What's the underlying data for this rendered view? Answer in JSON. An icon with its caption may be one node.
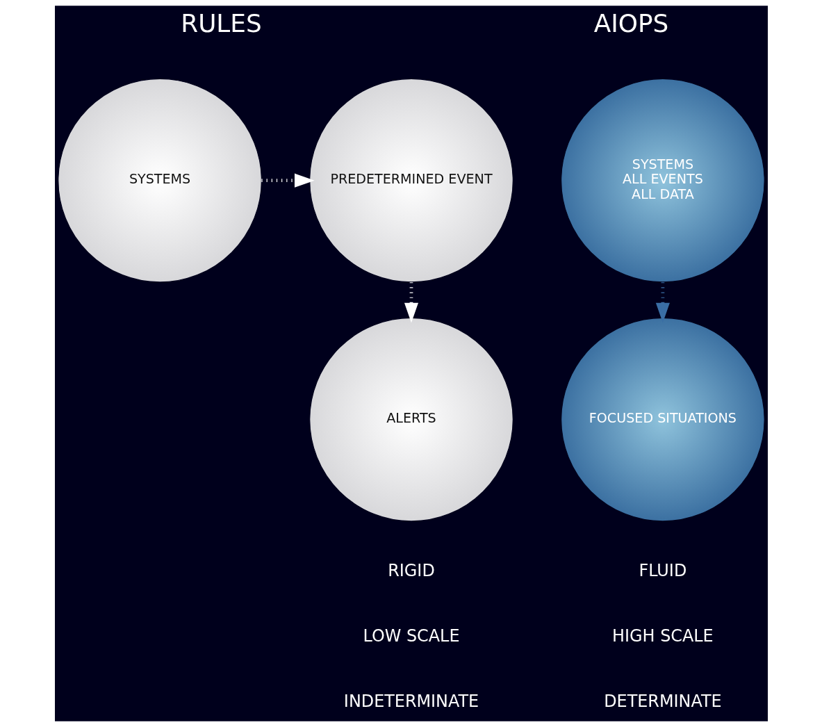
{
  "diagram": {
    "nodes": [
      {
        "text": [
          "SYSTEMS"
        ]
      },
      {
        "text": [
          "PREDETERMINED EVENT"
        ]
      },
      {
        "text": [
          "ALERTS"
        ]
      },
      {
        "text": [
          "SYSTEMS",
          "ALL EVENTS",
          "ALL DATA"
        ]
      },
      {
        "text": [
          "FOCUSED SITUATIONS"
        ]
      }
    ],
    "edges": [
      {
        "from": 0,
        "to": 1,
        "arrow": "to"
      },
      {
        "from": 1,
        "to": 2,
        "arrow": "to"
      },
      {
        "from": 3,
        "to": 4,
        "arrow": "to",
        "color": "#3a6ea5"
      }
    ],
    "labels": [
      "RULES",
      "AIOPS",
      "RIGID",
      "LOW SCALE",
      "INDETERMINATE",
      "FLUID",
      "HIGH SCALE",
      "DETERMINATE"
    ]
  }
}
